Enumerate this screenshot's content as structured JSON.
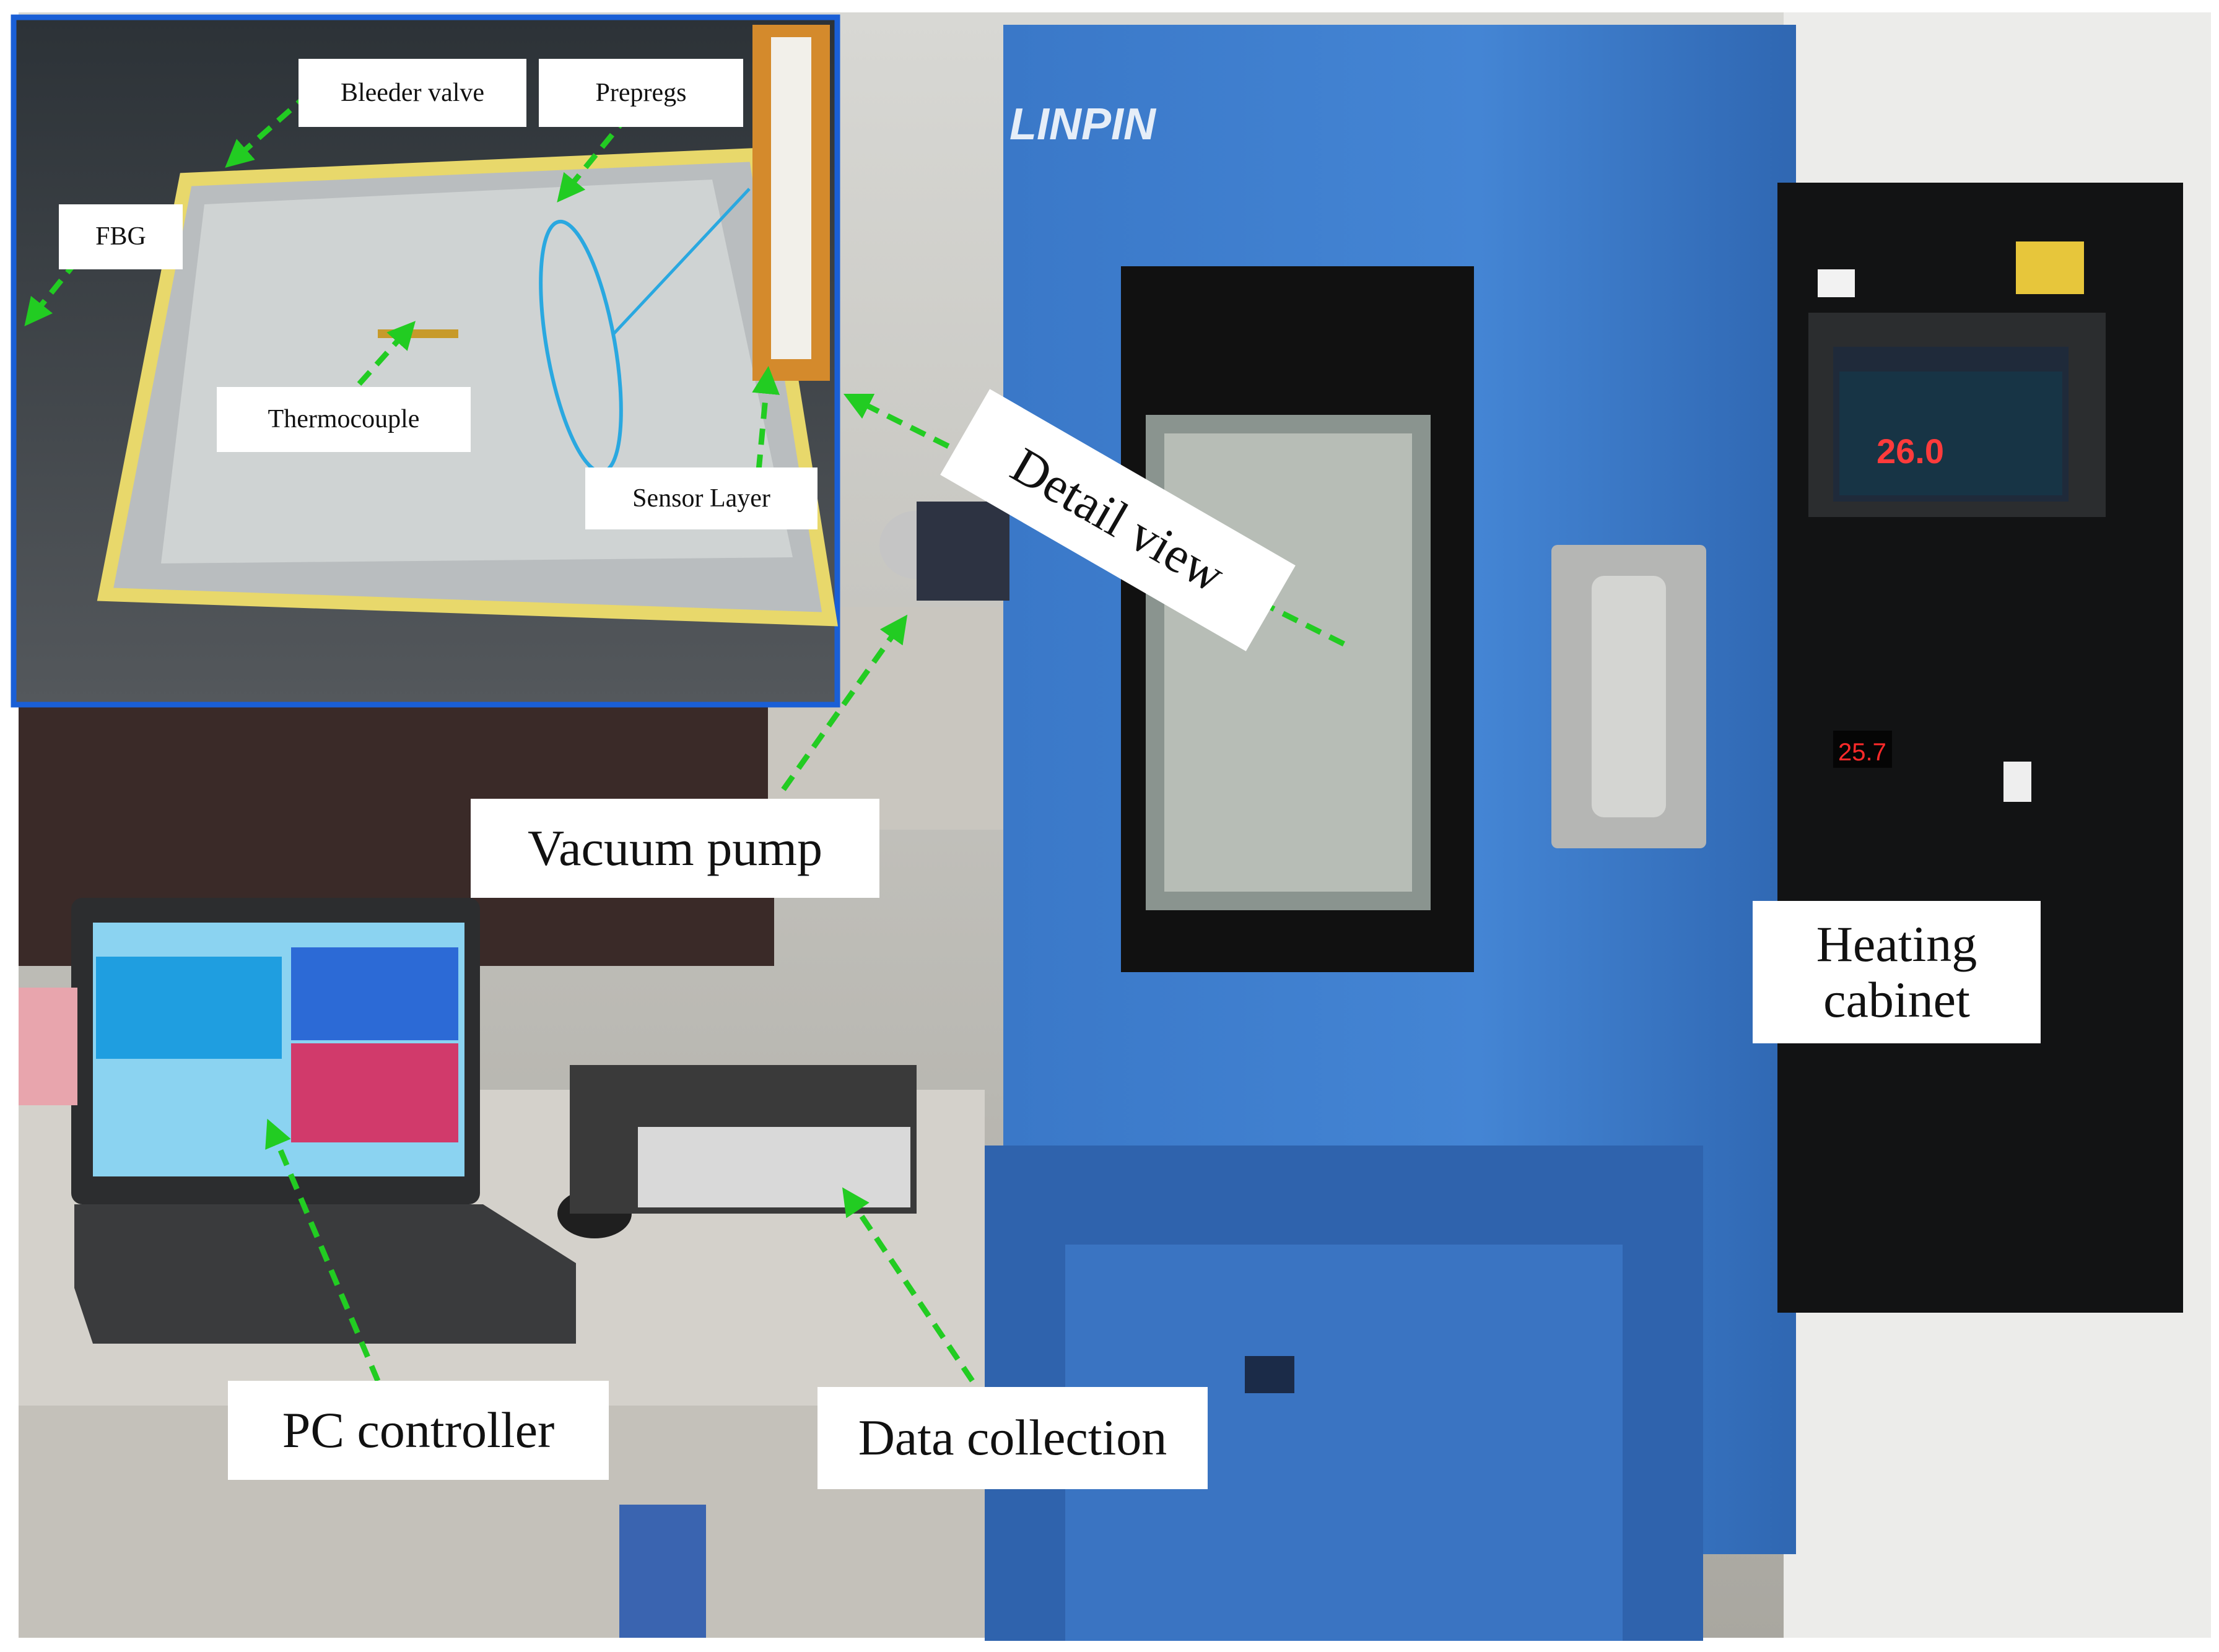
{
  "callouts": {
    "bleeder_valve": "Bleeder valve",
    "prepregs": "Prepregs",
    "fbg": "FBG",
    "thermocouple": "Thermocouple",
    "sensor_layer": "Sensor Layer",
    "detail_view": "Detail view",
    "vacuum_pump": "Vacuum pump",
    "heating_cabinet_line1": "Heating",
    "heating_cabinet_line2": "cabinet",
    "pc_controller": "PC controller",
    "data_collection": "Data collection"
  },
  "device_text": {
    "cabinet_brand": "LINPIN",
    "cabinet_display_value": "26.0",
    "cabinet_small_meter": "25.7"
  },
  "colors": {
    "arrow": "#22cc22",
    "inset_border": "#1a5fd6",
    "highlight_ellipse": "#2aa8e0",
    "cabinet_blue": "#3f7fd0"
  }
}
